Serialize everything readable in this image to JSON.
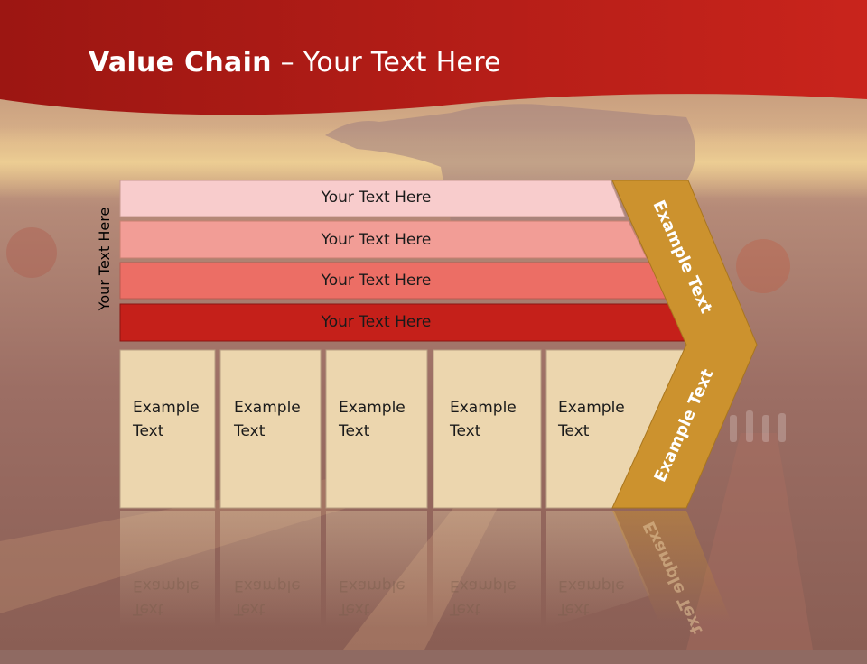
{
  "title": {
    "bold": "Value Chain",
    "rest": " – Your Text Here"
  },
  "side_label": "Your Text Here",
  "bands": [
    {
      "label": "Your Text Here",
      "color": "#f8cccc"
    },
    {
      "label": "Your Text Here",
      "color": "#f29d96"
    },
    {
      "label": "Your Text Here",
      "color": "#ec6e65"
    },
    {
      "label": "Your Text Here",
      "color": "#c5201a"
    }
  ],
  "columns": [
    {
      "line1": "Example",
      "line2": "Text"
    },
    {
      "line1": "Example",
      "line2": "Text"
    },
    {
      "line1": "Example",
      "line2": "Text"
    },
    {
      "line1": "Example",
      "line2": "Text"
    },
    {
      "line1": "Example",
      "line2": "Text"
    }
  ],
  "chevron": {
    "upper": "Example Text",
    "lower": "Example Text",
    "color": "#cc922e"
  },
  "colors": {
    "header_red": "#b01a14",
    "column_fill": "#ecd6ae"
  }
}
